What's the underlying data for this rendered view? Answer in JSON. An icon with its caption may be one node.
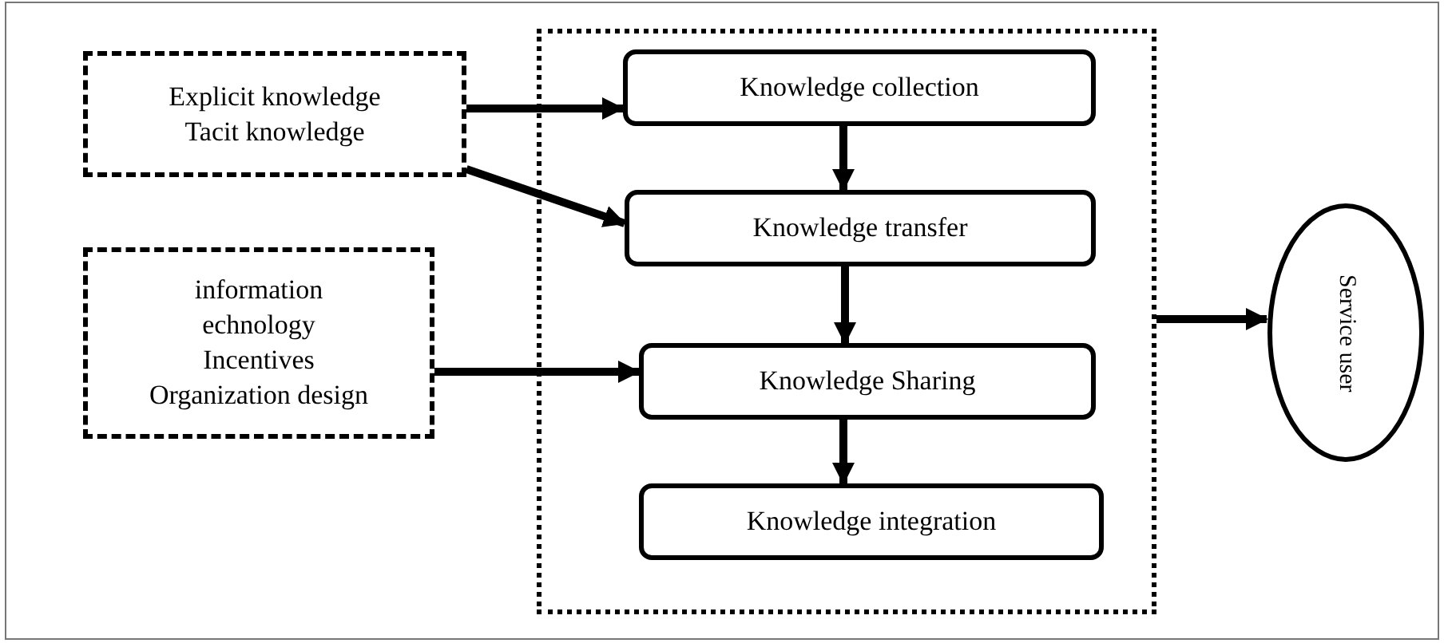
{
  "diagram": {
    "nodes": [
      {
        "text": [
          "Explicit knowledge",
          "Tacit knowledge"
        ]
      },
      {
        "text": [
          "information",
          "echnology",
          "Incentives",
          "Organization design"
        ]
      },
      {
        "text": [],
        "shape": "box"
      },
      {
        "text": [
          "Knowledge collection"
        ],
        "in": 2
      },
      {
        "text": [
          "Knowledge transfer"
        ],
        "in": 2
      },
      {
        "text": [
          "Knowledge Sharing"
        ],
        "in": 2
      },
      {
        "text": [
          "Knowledge integration"
        ],
        "in": 2
      },
      {
        "text": [
          "Service user"
        ]
      }
    ],
    "edges": [
      {
        "from": 0,
        "to": 3,
        "arrow": "to"
      },
      {
        "from": 0,
        "to": 4,
        "arrow": "to"
      },
      {
        "from": 1,
        "to": 5,
        "arrow": "to"
      },
      {
        "from": 3,
        "to": 4,
        "arrow": "to"
      },
      {
        "from": 4,
        "to": 5,
        "arrow": "to"
      },
      {
        "from": 5,
        "to": 6,
        "arrow": "to"
      },
      {
        "from": 2,
        "to": 7,
        "arrow": "to"
      }
    ]
  }
}
